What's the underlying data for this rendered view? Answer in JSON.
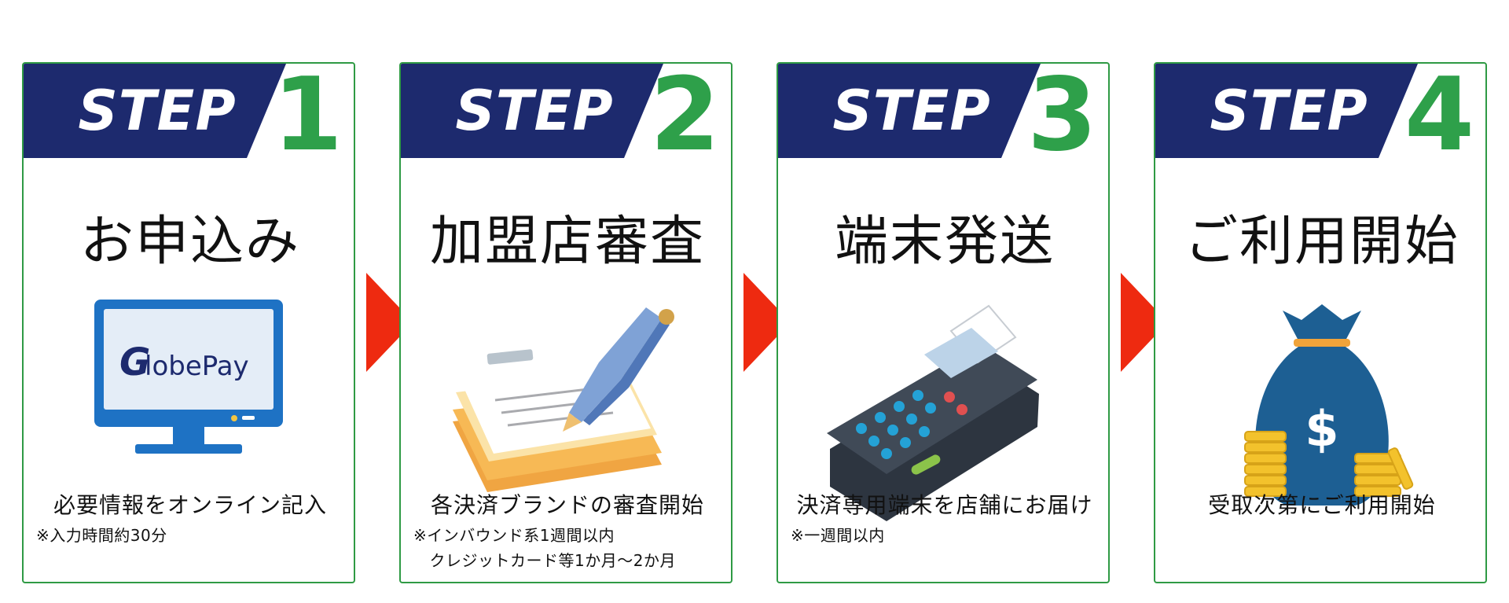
{
  "steps": [
    {
      "step_label": "STEP",
      "number": "1",
      "title": "お申込み",
      "description": "必要情報をオンライン記入",
      "note": "※入力時間約30分",
      "logo": {
        "letter": "G",
        "text": "lobePay"
      }
    },
    {
      "step_label": "STEP",
      "number": "2",
      "title": "加盟店審査",
      "description": "各決済ブランドの審査開始",
      "note": "※インバウンド系1週間以内\n　クレジットカード等1か月～2か月"
    },
    {
      "step_label": "STEP",
      "number": "3",
      "title": "端末発送",
      "description": "決済専用端末を店舗にお届け",
      "note": "※一週間以内"
    },
    {
      "step_label": "STEP",
      "number": "4",
      "title": "ご利用開始",
      "description": "受取次第にご利用開始",
      "note": ""
    }
  ],
  "icons": [
    "monitor-icon",
    "document-pen-icon",
    "payment-terminal-icon",
    "money-bag-icon"
  ],
  "colors": {
    "banner": "#1d2a6e",
    "accent_green": "#2ea04a",
    "border": "#2f9a44",
    "arrow": "#ee2a10"
  }
}
